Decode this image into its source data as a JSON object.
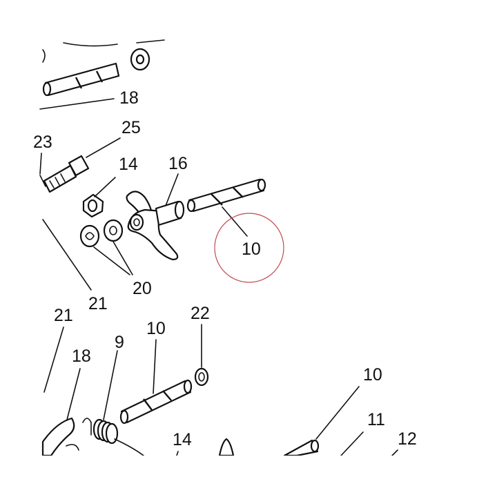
{
  "diagram": {
    "highlight_color": "#c0484e",
    "highlighted_label": "10",
    "callouts": [
      {
        "id": "c18a",
        "text": "18"
      },
      {
        "id": "c25",
        "text": "25"
      },
      {
        "id": "c23",
        "text": "23"
      },
      {
        "id": "c14a",
        "text": "14"
      },
      {
        "id": "c16",
        "text": "16"
      },
      {
        "id": "c10a",
        "text": "10"
      },
      {
        "id": "c20",
        "text": "20"
      },
      {
        "id": "c21a",
        "text": "21"
      },
      {
        "id": "c21b",
        "text": "21"
      },
      {
        "id": "c10b",
        "text": "10"
      },
      {
        "id": "c22",
        "text": "22"
      },
      {
        "id": "c18b",
        "text": "18"
      },
      {
        "id": "c9",
        "text": "9"
      },
      {
        "id": "c10c",
        "text": "10"
      },
      {
        "id": "c11",
        "text": "11"
      },
      {
        "id": "c12",
        "text": "12"
      },
      {
        "id": "c14b",
        "text": "14"
      }
    ]
  }
}
